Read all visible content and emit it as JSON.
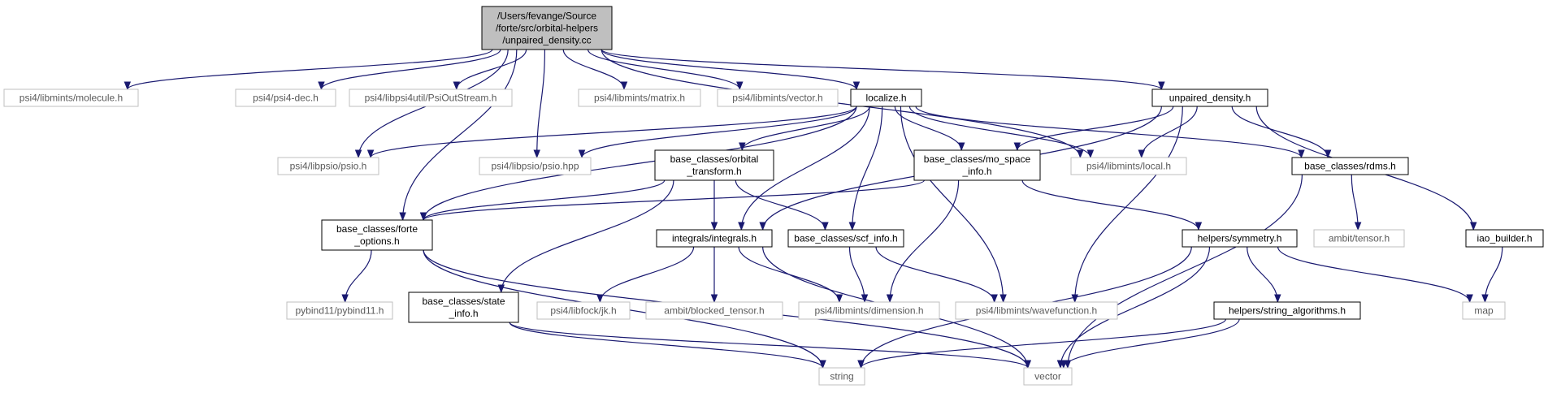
{
  "colors": {
    "edge": "#191970",
    "root_fill": "#bfbfbf",
    "node_border": "#000000",
    "external_border": "#bfbfbf",
    "external_text": "#5a5a5a"
  },
  "nodes": {
    "root": [
      "/Users/fevange/Source",
      "/forte/src/orbital-helpers",
      "/unpaired_density.cc"
    ],
    "molecule": [
      "psi4/libmints/molecule.h"
    ],
    "psi4dec": [
      "psi4/psi4-dec.h"
    ],
    "psiout": [
      "psi4/libpsi4util/PsiOutStream.h"
    ],
    "matrix": [
      "psi4/libmints/matrix.h"
    ],
    "vector_h": [
      "psi4/libmints/vector.h"
    ],
    "localize": [
      "localize.h"
    ],
    "unpaired": [
      "unpaired_density.h"
    ],
    "psio_h": [
      "psi4/libpsio/psio.h"
    ],
    "psio_hpp": [
      "psi4/libpsio/psio.hpp"
    ],
    "orbital": [
      "base_classes/orbital",
      "_transform.h"
    ],
    "mospace": [
      "base_classes/mo_space",
      "_info.h"
    ],
    "local": [
      "psi4/libmints/local.h"
    ],
    "rdms": [
      "base_classes/rdms.h"
    ],
    "forte": [
      "base_classes/forte",
      "_options.h"
    ],
    "integrals": [
      "integrals/integrals.h"
    ],
    "scfinfo": [
      "base_classes/scf_info.h"
    ],
    "symmetry": [
      "helpers/symmetry.h"
    ],
    "ambit_tensor": [
      "ambit/tensor.h"
    ],
    "iao": [
      "iao_builder.h"
    ],
    "pybind": [
      "pybind11/pybind11.h"
    ],
    "state": [
      "base_classes/state",
      "_info.h"
    ],
    "jk": [
      "psi4/libfock/jk.h"
    ],
    "blocked": [
      "ambit/blocked_tensor.h"
    ],
    "dimension": [
      "psi4/libmints/dimension.h"
    ],
    "wavefunction": [
      "psi4/libmints/wavefunction.h"
    ],
    "strings": [
      "helpers/string_algorithms.h"
    ],
    "map": [
      "map"
    ],
    "string": [
      "string"
    ],
    "vector": [
      "vector"
    ]
  }
}
